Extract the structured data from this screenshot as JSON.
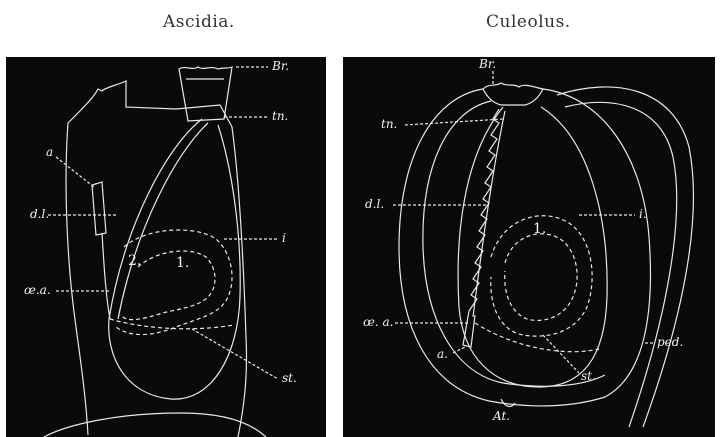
{
  "captions": {
    "left": "Ascidia.",
    "right": "Culeolus."
  },
  "ascidia": {
    "labels": {
      "br": "Br.",
      "tn": "tn.",
      "a": "a",
      "dl": "d.l.",
      "i": "i",
      "num2": "2.",
      "num1": "1.",
      "oea": "œ.a.",
      "st": "st."
    }
  },
  "culeolus": {
    "labels": {
      "br": "Br.",
      "tn": "tn.",
      "dl": "d.l.",
      "i": "i.",
      "num1": "1.",
      "oea": "œ. a.",
      "a": "a.",
      "st": "st.",
      "ped": "ped.",
      "at": "At."
    }
  },
  "colors": {
    "panel": "#0a0a0a",
    "line": "#e8e8e8",
    "text": "#f2f2f2"
  }
}
